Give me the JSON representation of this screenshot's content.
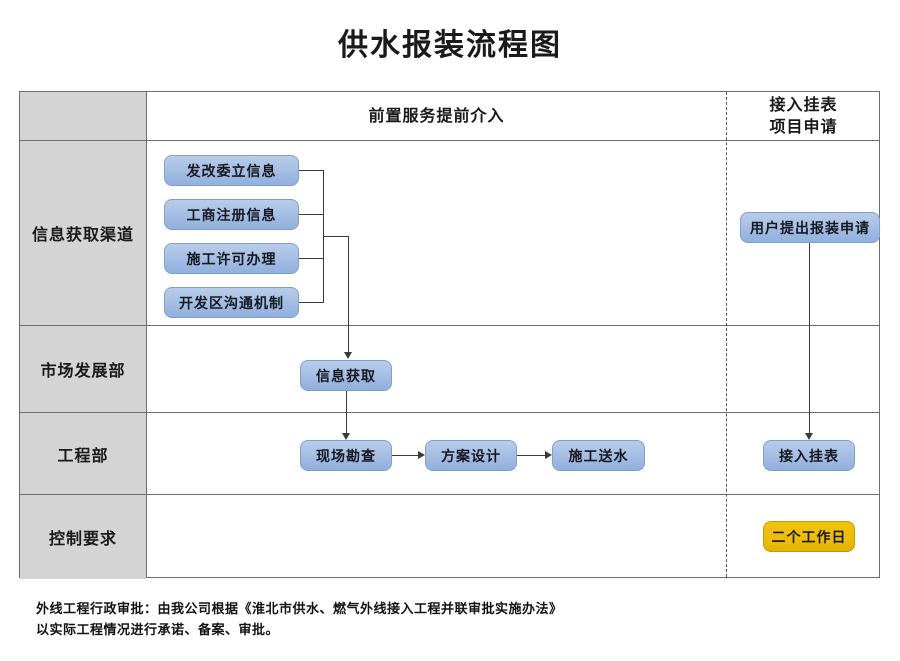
{
  "title": "供水报装流程图",
  "table": {
    "header": {
      "corner_label": "",
      "columns": [
        {
          "label": "前置服务提前介入"
        },
        {
          "label": "接入挂表\n项目申请",
          "line1": "接入挂表",
          "line2": "项目申请"
        }
      ]
    },
    "rows": [
      {
        "label": "信息获取渠道"
      },
      {
        "label": "市场发展部"
      },
      {
        "label": "工程部"
      },
      {
        "label": "控制要求"
      }
    ]
  },
  "nodes": {
    "sources": [
      {
        "label": "发改委立信息"
      },
      {
        "label": "工商注册信息"
      },
      {
        "label": "施工许可办理"
      },
      {
        "label": "开发区沟通机制"
      }
    ],
    "market": {
      "label": "信息获取"
    },
    "engineering": [
      {
        "label": "现场勘查"
      },
      {
        "label": "方案设计"
      },
      {
        "label": "施工送水"
      }
    ],
    "application": {
      "label": "用户提出报装申请"
    },
    "meter_install": {
      "label": "接入挂表"
    },
    "control": {
      "label": "二个工作日"
    }
  },
  "footnote": {
    "line1": "外线工程行政审批：由我公司根据《淮北市供水、燃气外线接入工程并联审批实施办法》",
    "line2": "以实际工程情况进行承诺、备案、审批。"
  },
  "colors": {
    "node_blue": "#a7c0e4",
    "node_blue_border": "#7f9fcd",
    "node_gold": "#eebd06",
    "node_gold_border": "#c79b05",
    "header_gray": "#d4d4d4",
    "grid_line": "#6d6d6d",
    "connector": "#3a3a3a"
  }
}
